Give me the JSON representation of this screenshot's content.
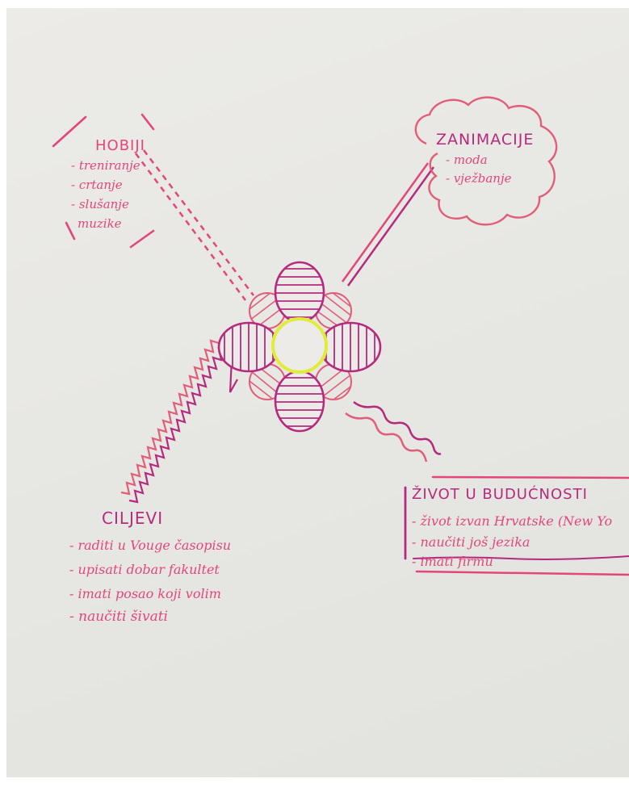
{
  "mindmap": {
    "hobiji": {
      "title": "HOBIJI",
      "items": [
        "- treniranje",
        "- crtanje",
        "- slušanje",
        "muzike"
      ]
    },
    "zanimacije": {
      "title": "ZANIMACIJE",
      "items": [
        "- moda",
        "- vježbanje"
      ]
    },
    "ciljevi": {
      "title": "CILJEVI",
      "items": [
        "- raditi u Vouge časopisu",
        "- upisati dobar fakultet",
        "- imati posao koji volim",
        "- naučiti šivati"
      ]
    },
    "zivot": {
      "title": "ŽIVOT U BUDUĆNOSTI",
      "items": [
        "- život izvan Hrvatske (New Yo",
        "- naučiti još jezika",
        "- imati firmu"
      ]
    }
  },
  "colors": {
    "pink": "#e2467a",
    "magenta": "#b62a7e",
    "rose": "#e25d79",
    "yellow_green": "#dfec38",
    "board": "#e7e7e3"
  }
}
